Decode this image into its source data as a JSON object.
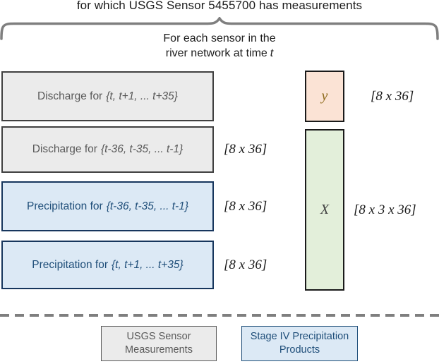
{
  "title": "for which USGS Sensor 5455700 has measurements",
  "brace": {
    "line1": "For each sensor in the",
    "line2_prefix": "river network at time",
    "line2_var": "t"
  },
  "boxes": [
    {
      "prefix": "Discharge for",
      "range": "{t, t+1, ... t+35}"
    },
    {
      "prefix": "Discharge for",
      "range": "{t-36, t-35, ... t-1}",
      "dim": "[8 x 36]"
    },
    {
      "prefix": "Precipitation for",
      "range": "{t-36, t-35, ... t-1}",
      "dim": "[8 x 36]"
    },
    {
      "prefix": "Precipitation for",
      "range": "{t, t+1, ... t+35}",
      "dim": "[8 x 36]"
    }
  ],
  "tensors": {
    "y_symbol": "y",
    "y_dim": "[8 x 36]",
    "x_symbol": "X",
    "x_dim": "[8 x 3 x 36]"
  },
  "legend": {
    "usgs_line1": "USGS Sensor",
    "usgs_line2": "Measurements",
    "stage_line1": "Stage IV Precipitation",
    "stage_line2": "Products"
  },
  "colors": {
    "discharge_fill": "#ebebeb",
    "discharge_text": "#595959",
    "precipitation_fill": "#dce9f5",
    "precipitation_text": "#1f4e79",
    "y_fill": "#fbe3d5",
    "y_symbol_color": "#8f6c1e",
    "x_fill": "#e3efda",
    "brace_color": "#7f7f7f"
  }
}
